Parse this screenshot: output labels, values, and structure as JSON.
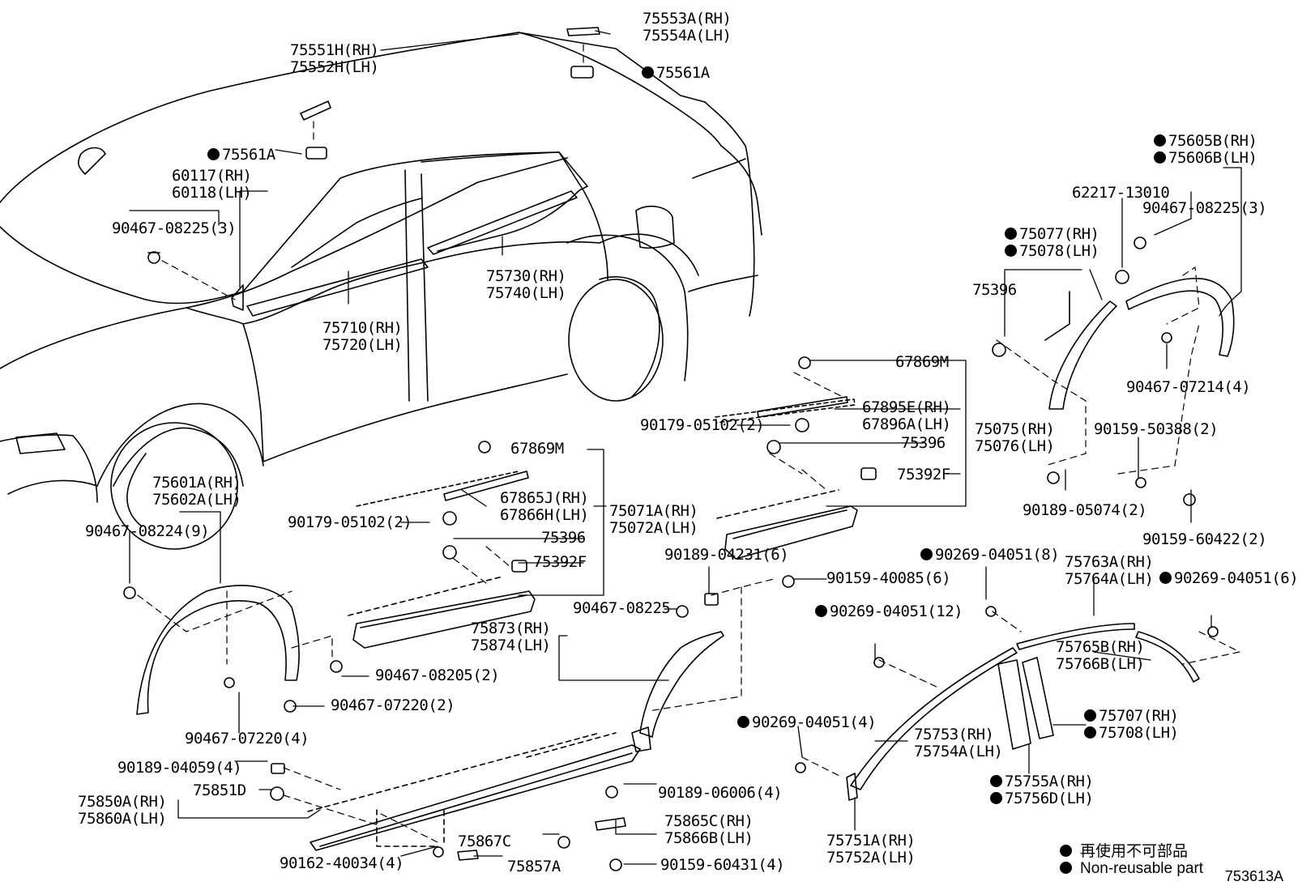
{
  "diagram_code": "753613A",
  "legend": [
    {
      "text": "再使用不可部品",
      "icon": "filled-circle"
    },
    {
      "text": "Non-reusable part",
      "icon": "filled-circle"
    }
  ],
  "parts": [
    {
      "id": "p1",
      "lines": [
        "75553A(RH)",
        "75554A(LH)"
      ],
      "nonreusable": false
    },
    {
      "id": "p2",
      "lines": [
        "75551H(RH)",
        "75552H(LH)"
      ],
      "nonreusable": false
    },
    {
      "id": "p3",
      "lines": [
        "75561A"
      ],
      "nonreusable": true
    },
    {
      "id": "p4",
      "lines": [
        "75561A"
      ],
      "nonreusable": true
    },
    {
      "id": "p5",
      "lines": [
        "60117(RH)",
        "60118(LH)"
      ],
      "nonreusable": false
    },
    {
      "id": "p6",
      "lines": [
        "90467-08225(3)"
      ],
      "nonreusable": false
    },
    {
      "id": "p7",
      "lines": [
        "75730(RH)",
        "75740(LH)"
      ],
      "nonreusable": false
    },
    {
      "id": "p8",
      "lines": [
        "75710(RH)",
        "75720(LH)"
      ],
      "nonreusable": false
    },
    {
      "id": "p9",
      "lines": [
        "75605B(RH)",
        "75606B(LH)"
      ],
      "nonreusable": true
    },
    {
      "id": "p10",
      "lines": [
        "62217-13010"
      ],
      "nonreusable": false
    },
    {
      "id": "p11",
      "lines": [
        "90467-08225(3)"
      ],
      "nonreusable": false
    },
    {
      "id": "p12",
      "lines": [
        "75077(RH)",
        "75078(LH)"
      ],
      "nonreusable": true
    },
    {
      "id": "p13",
      "lines": [
        "75396"
      ],
      "nonreusable": false
    },
    {
      "id": "p14",
      "lines": [
        "67869M"
      ],
      "nonreusable": false
    },
    {
      "id": "p15",
      "lines": [
        "67895E(RH)",
        "67896A(LH)"
      ],
      "nonreusable": false
    },
    {
      "id": "p16",
      "lines": [
        "75075(RH)",
        "75076(LH)"
      ],
      "nonreusable": false
    },
    {
      "id": "p17",
      "lines": [
        "90179-05102(2)"
      ],
      "nonreusable": false
    },
    {
      "id": "p18",
      "lines": [
        "75396"
      ],
      "nonreusable": false
    },
    {
      "id": "p19",
      "lines": [
        "75392F"
      ],
      "nonreusable": false
    },
    {
      "id": "p20",
      "lines": [
        "90467-07214(4)"
      ],
      "nonreusable": false
    },
    {
      "id": "p21",
      "lines": [
        "90159-50388(2)"
      ],
      "nonreusable": false
    },
    {
      "id": "p22",
      "lines": [
        "90189-05074(2)"
      ],
      "nonreusable": false
    },
    {
      "id": "p23",
      "lines": [
        "90159-60422(2)"
      ],
      "nonreusable": false
    },
    {
      "id": "p24",
      "lines": [
        "67869M"
      ],
      "nonreusable": false
    },
    {
      "id": "p25",
      "lines": [
        "75601A(RH)",
        "75602A(LH)"
      ],
      "nonreusable": false
    },
    {
      "id": "p26",
      "lines": [
        "67865J(RH)",
        "67866H(LH)"
      ],
      "nonreusable": false
    },
    {
      "id": "p27",
      "lines": [
        "75071A(RH)",
        "75072A(LH)"
      ],
      "nonreusable": false
    },
    {
      "id": "p28",
      "lines": [
        "90179-05102(2)"
      ],
      "nonreusable": false
    },
    {
      "id": "p29",
      "lines": [
        "75396"
      ],
      "nonreusable": false
    },
    {
      "id": "p30",
      "lines": [
        "75392F"
      ],
      "nonreusable": false
    },
    {
      "id": "p31",
      "lines": [
        "90467-08224(9)"
      ],
      "nonreusable": false
    },
    {
      "id": "p32",
      "lines": [
        "90189-04231(6)"
      ],
      "nonreusable": false
    },
    {
      "id": "p33",
      "lines": [
        "90159-40085(6)"
      ],
      "nonreusable": false
    },
    {
      "id": "p34",
      "lines": [
        "90269-04051(8)"
      ],
      "nonreusable": true
    },
    {
      "id": "p35",
      "lines": [
        "75763A(RH)",
        "75764A(LH)"
      ],
      "nonreusable": false
    },
    {
      "id": "p36",
      "lines": [
        "90269-04051(6)"
      ],
      "nonreusable": true
    },
    {
      "id": "p37",
      "lines": [
        "90467-08225"
      ],
      "nonreusable": false
    },
    {
      "id": "p38",
      "lines": [
        "90269-04051(12)"
      ],
      "nonreusable": true
    },
    {
      "id": "p39",
      "lines": [
        "75873(RH)",
        "75874(LH)"
      ],
      "nonreusable": false
    },
    {
      "id": "p40",
      "lines": [
        "75765B(RH)",
        "75766B(LH)"
      ],
      "nonreusable": false
    },
    {
      "id": "p41",
      "lines": [
        "90467-08205(2)"
      ],
      "nonreusable": false
    },
    {
      "id": "p42",
      "lines": [
        "90467-07220(2)"
      ],
      "nonreusable": false
    },
    {
      "id": "p43",
      "lines": [
        "90467-07220(4)"
      ],
      "nonreusable": false
    },
    {
      "id": "p44",
      "lines": [
        "75707(RH)",
        "75708(LH)"
      ],
      "nonreusable": true
    },
    {
      "id": "p45",
      "lines": [
        "90269-04051(4)"
      ],
      "nonreusable": true
    },
    {
      "id": "p46",
      "lines": [
        "75753(RH)",
        "75754A(LH)"
      ],
      "nonreusable": false
    },
    {
      "id": "p47",
      "lines": [
        "90189-04059(4)"
      ],
      "nonreusable": false
    },
    {
      "id": "p48",
      "lines": [
        "75755A(RH)",
        "75756D(LH)"
      ],
      "nonreusable": true
    },
    {
      "id": "p49",
      "lines": [
        "75850A(RH)",
        "75860A(LH)"
      ],
      "nonreusable": false
    },
    {
      "id": "p50",
      "lines": [
        "75851D"
      ],
      "nonreusable": false
    },
    {
      "id": "p51",
      "lines": [
        "90189-06006(4)"
      ],
      "nonreusable": false
    },
    {
      "id": "p52",
      "lines": [
        "75865C(RH)",
        "75866B(LH)"
      ],
      "nonreusable": false
    },
    {
      "id": "p53",
      "lines": [
        "75867C"
      ],
      "nonreusable": false
    },
    {
      "id": "p54",
      "lines": [
        "75751A(RH)",
        "75752A(LH)"
      ],
      "nonreusable": false
    },
    {
      "id": "p55",
      "lines": [
        "90162-40034(4)"
      ],
      "nonreusable": false
    },
    {
      "id": "p56",
      "lines": [
        "75857A"
      ],
      "nonreusable": false
    },
    {
      "id": "p57",
      "lines": [
        "90159-60431(4)"
      ],
      "nonreusable": false
    }
  ]
}
